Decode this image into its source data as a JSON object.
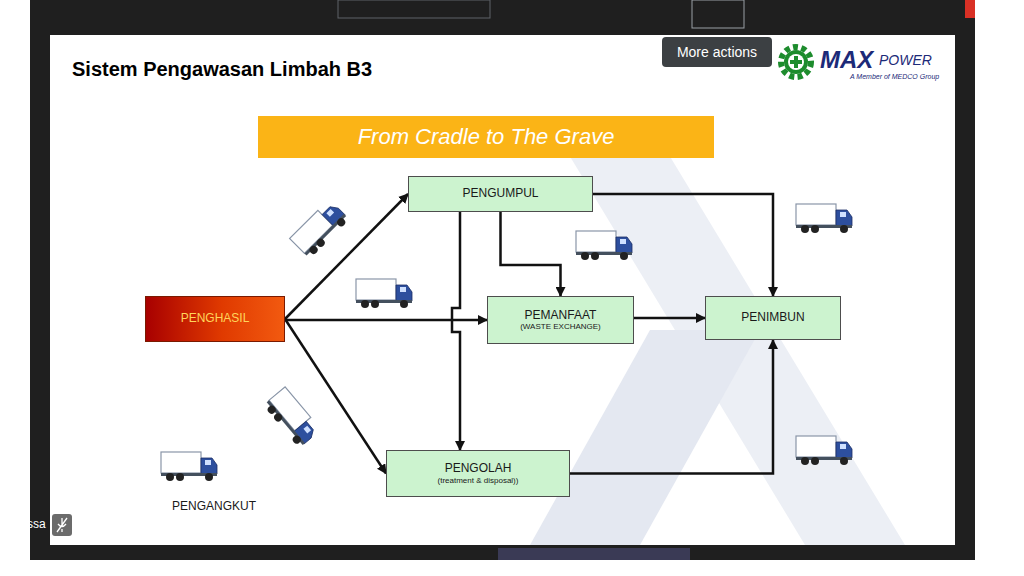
{
  "diagram": {
    "title": "Sistem Pengawasan Limbah B3",
    "nodes": [
      {
        "text": [
          "More actions"
        ]
      },
      {
        "text": [
          "From Cradle to The Grave"
        ]
      },
      {
        "text": [
          "PENGUMPUL"
        ]
      },
      {
        "text": [
          "PENGHASIL"
        ]
      },
      {
        "text": [
          "PEMANFAAT",
          "(WASTE EXCHANGE)"
        ]
      },
      {
        "text": [
          "PENIMBUN"
        ]
      },
      {
        "text": [
          "PENGOLAH",
          "(treatment & disposal))"
        ]
      }
    ],
    "edges": [
      {
        "from": 3,
        "to": 2,
        "arrow": "to"
      },
      {
        "from": 3,
        "to": 4,
        "arrow": "to"
      },
      {
        "from": 3,
        "to": 6,
        "arrow": "to"
      },
      {
        "from": 2,
        "to": 5,
        "arrow": "to"
      },
      {
        "from": 2,
        "to": 4,
        "arrow": "to"
      },
      {
        "from": 2,
        "to": 6,
        "arrow": "to"
      },
      {
        "from": 4,
        "to": 5,
        "arrow": "to"
      },
      {
        "from": 6,
        "to": 5,
        "arrow": "to"
      }
    ],
    "labels": [
      "MAX",
      "POWER",
      "A Member of MEDCO Group",
      "PENGANGKUT",
      "ssa"
    ]
  }
}
